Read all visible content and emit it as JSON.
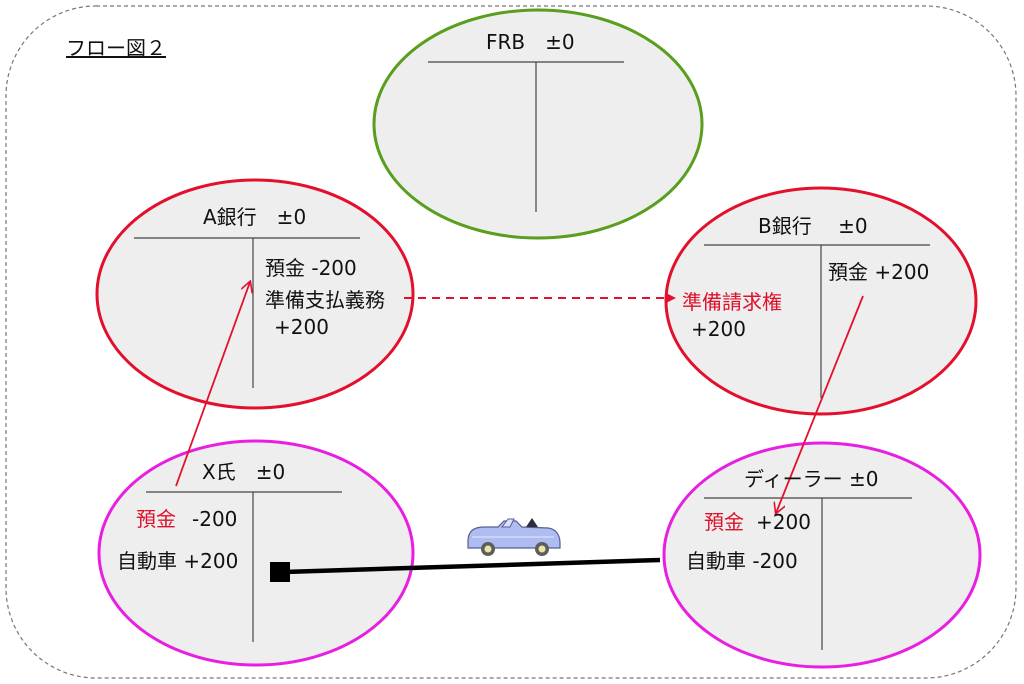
{
  "title": "フロー図２",
  "colors": {
    "ellipse_fill": "#eeeeee",
    "frb_border": "#5a9e1e",
    "bank_border": "#e3102d",
    "person_border": "#e81fe0",
    "flow_red": "#e3102d",
    "goods_line": "#000000"
  },
  "frb": {
    "header": "FRB　±0"
  },
  "bank_a": {
    "header": "A銀行　±0",
    "credit_1": "預金 -200",
    "credit_2": "準備支払義務",
    "credit_3": "+200"
  },
  "bank_b": {
    "header": "B銀行　 ±0",
    "credit_1": "預金 +200",
    "debit_1": "準備請求権",
    "debit_2": "+200"
  },
  "mr_x": {
    "header": "X氏　±0",
    "debit_1_label": "預金",
    "debit_1_value": "-200",
    "debit_2": "自動車 +200"
  },
  "dealer": {
    "header": "ディーラー ±0",
    "debit_1_label": "預金",
    "debit_1_value": "+200",
    "debit_2": "自動車 -200"
  },
  "icons": {
    "car": "car-icon",
    "handover_marker": "square-marker-icon"
  }
}
